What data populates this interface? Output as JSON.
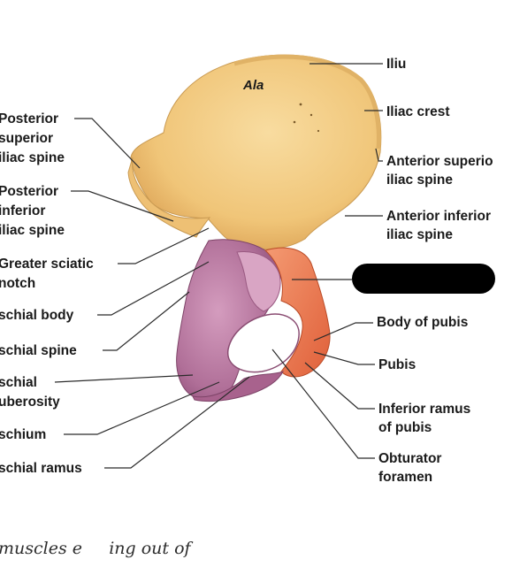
{
  "bone_region_label": "Ala",
  "labels_right": {
    "ilium": "Iliu",
    "iliac_crest": "Iliac crest",
    "asis_line1": "Anterior superio",
    "asis_line2": "iliac spine",
    "aiis_line1": "Anterior inferior",
    "aiis_line2": "iliac spine",
    "body_of_pubis": "Body of pubis",
    "pubis": "Pubis",
    "inferior_ramus_line1": "Inferior ramus",
    "inferior_ramus_line2": "of pubis",
    "obturator_line1": "Obturator",
    "obturator_line2": "foramen"
  },
  "labels_left": {
    "psis_line1": "Posterior",
    "psis_line2": "superior",
    "psis_line3": "iliac spine",
    "piis_line1": "Posterior",
    "piis_line2": "inferior",
    "piis_line3": "iliac spine",
    "sciatic_line1": "Greater sciatic",
    "sciatic_line2": "notch",
    "ischial_body": "schial body",
    "ischial_spine": "schial spine",
    "tuberosity_line1": "schial",
    "tuberosity_line2": "uberosity",
    "ischium": "schium",
    "ischial_ramus": "schial ramus"
  },
  "handwritten_note": "muscles e     ing out of",
  "colors": {
    "ilium": "#f2c97e",
    "ischium": "#b26e9a",
    "pubis": "#ec7a4c",
    "redaction": "#000000"
  }
}
